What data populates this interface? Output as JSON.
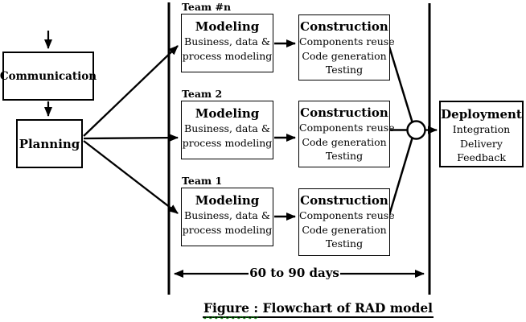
{
  "colors": {
    "ink": "#000000",
    "background": "#ffffff",
    "spellcheck_underline": "#007a00"
  },
  "stages": {
    "communication": {
      "label": "Communication"
    },
    "planning": {
      "label": "Planning"
    },
    "deployment": {
      "title": "Deployment",
      "line1": "Integration",
      "line2": "Delivery",
      "line3": "Feedback"
    }
  },
  "teams": [
    {
      "label": "Team #n",
      "modeling": {
        "title": "Modeling",
        "line1": "Business, data &",
        "line2": "process modeling"
      },
      "construction": {
        "title": "Construction",
        "line1": "Components reuse",
        "line2": "Code generation",
        "line3": "Testing"
      }
    },
    {
      "label": "Team 2",
      "modeling": {
        "title": "Modeling",
        "line1": "Business, data &",
        "line2": "process modeling"
      },
      "construction": {
        "title": "Construction",
        "line1": "Components reuse",
        "line2": "Code generation",
        "line3": "Testing"
      }
    },
    {
      "label": "Team 1",
      "modeling": {
        "title": "Modeling",
        "line1": "Business, data &",
        "line2": "process modeling"
      },
      "construction": {
        "title": "Construction",
        "line1": "Components reuse",
        "line2": "Code generation",
        "line3": "Testing"
      }
    }
  ],
  "timeline": {
    "duration_label": "60 to 90 days"
  },
  "caption": {
    "prefix": "Figure :",
    "rest": " Flowchart of RAD model"
  }
}
